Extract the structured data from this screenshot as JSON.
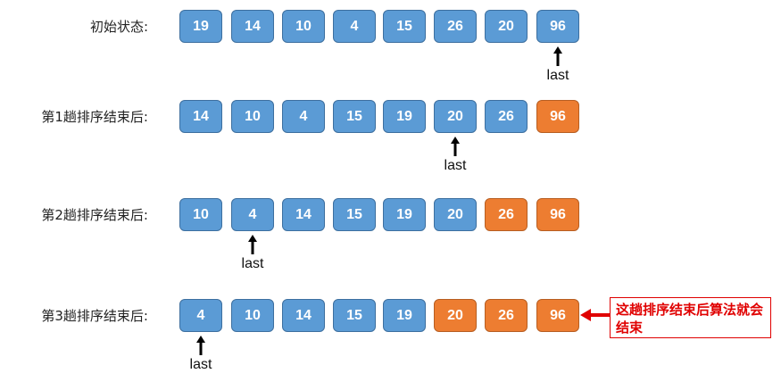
{
  "colors": {
    "unsorted": "#5b9bd5",
    "sorted": "#ed7d31",
    "note": "#e00000"
  },
  "pointer_label": "last",
  "rows": [
    {
      "label": "初始状态:",
      "values": [
        "19",
        "14",
        "10",
        "4",
        "15",
        "26",
        "20",
        "96"
      ],
      "sorted_count": 0,
      "last_index": 7
    },
    {
      "label": "第1趟排序结束后:",
      "values": [
        "14",
        "10",
        "4",
        "15",
        "19",
        "20",
        "26",
        "96"
      ],
      "sorted_count": 1,
      "last_index": 5
    },
    {
      "label": "第2趟排序结束后:",
      "values": [
        "10",
        "4",
        "14",
        "15",
        "19",
        "20",
        "26",
        "96"
      ],
      "sorted_count": 2,
      "last_index": 1
    },
    {
      "label": "第3趟排序结束后:",
      "values": [
        "4",
        "10",
        "14",
        "15",
        "19",
        "20",
        "26",
        "96"
      ],
      "sorted_count": 3,
      "last_index": 0
    }
  ],
  "note": {
    "text": "这趟排序结束后算法就会结束"
  }
}
